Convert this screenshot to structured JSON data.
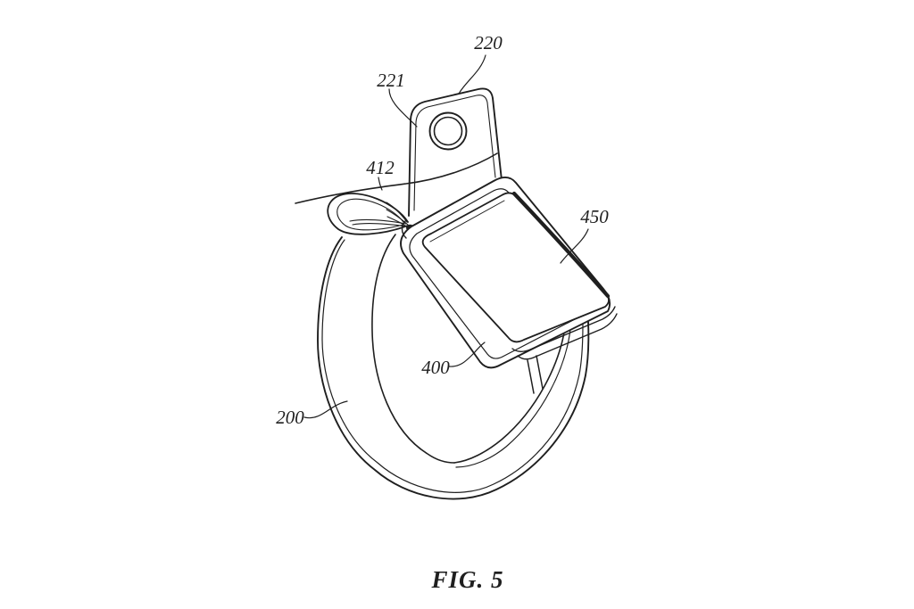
{
  "figure": {
    "caption": "FIG. 5",
    "labels": [
      {
        "text": "220"
      },
      {
        "text": "221"
      },
      {
        "text": "412"
      },
      {
        "text": "450"
      },
      {
        "text": "400"
      },
      {
        "text": "200"
      }
    ],
    "style": {
      "line_color": "#1f1f1f",
      "text_color": "#1f1f1f",
      "background": "#ffffff"
    }
  }
}
